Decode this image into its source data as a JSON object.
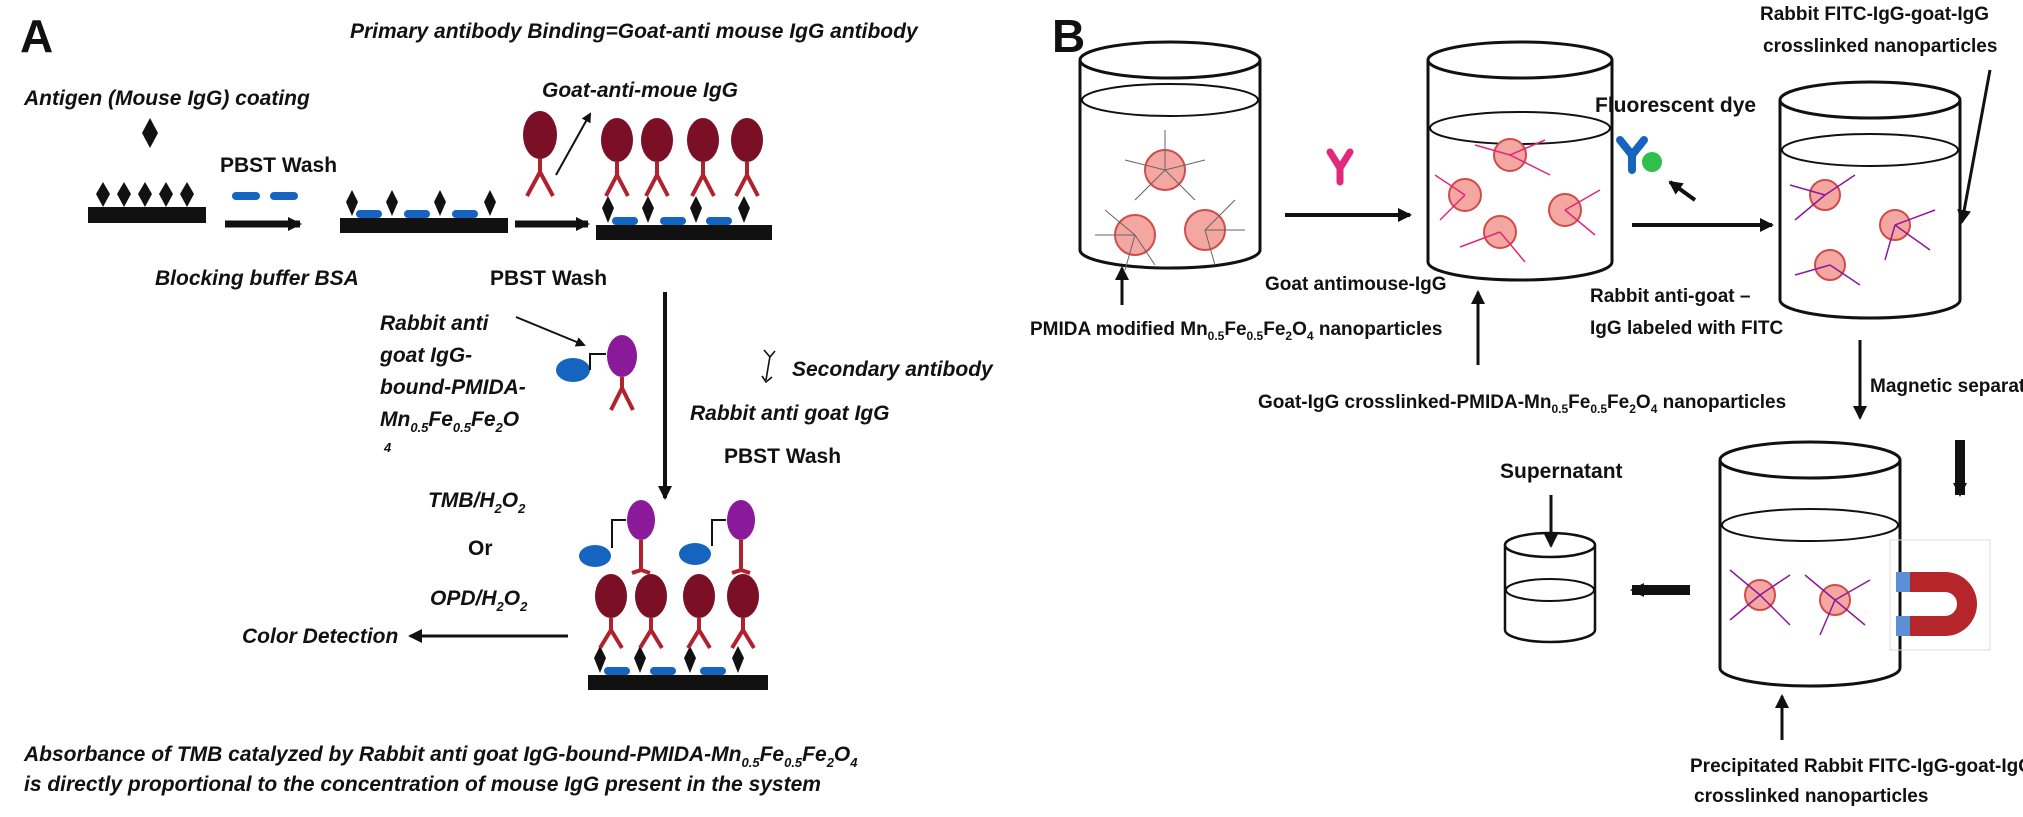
{
  "panelA": {
    "letter": "A",
    "primary_title": "Primary antibody Binding=Goat-anti mouse IgG antibody",
    "antigen_coating": "Antigen (Mouse IgG) coating",
    "pbst_wash_1": "PBST Wash",
    "goat_label": "Goat-anti-moue IgG",
    "blocking": "Blocking buffer BSA",
    "pbst_wash_2": "PBST Wash",
    "rabbit_line1": "Rabbit anti",
    "rabbit_line2": "goat IgG-",
    "rabbit_line3": "bound-PMIDA-",
    "rabbit_line4_main": "Mn",
    "rabbit_line4_sub1": "0.5",
    "rabbit_line4_mid": "Fe",
    "rabbit_line4_sub2": "0.5",
    "rabbit_line4_tail": "Fe",
    "rabbit_line4_sub3": "2",
    "rabbit_line4_end": "O",
    "rabbit_line5": "4",
    "secondary": "Secondary antibody",
    "rabbit_goat": "Rabbit anti goat IgG",
    "pbst_wash_3": "PBST Wash",
    "tmb": "TMB/H",
    "tmb_sub": "2",
    "tmb_o": "O",
    "tmb_sub2": "2",
    "or": "Or",
    "opd": "OPD/H",
    "opd_sub": "2",
    "opd_o": "O",
    "opd_sub2": "2",
    "color_detection": "Color Detection",
    "caption1_a": "Absorbance of  TMB  catalyzed by Rabbit anti goat IgG-bound-PMIDA-Mn",
    "caption1_s1": "0.5",
    "caption1_b": "Fe",
    "caption1_s2": "0.5",
    "caption1_c": "Fe",
    "caption1_s3": "2",
    "caption1_d": "O",
    "caption1_s4": "4",
    "caption2": "is directly proportional to the concentration of mouse IgG present in the system"
  },
  "panelB": {
    "letter": "B",
    "rabbit_fitc_1": "Rabbit FITC-IgG-goat-IgG",
    "rabbit_fitc_2": "crosslinked nanoparticles",
    "fluorescent": "Fluorescent dye",
    "goat_antimouse": "Goat antimouse-IgG",
    "rabbit_antigoat_1": "Rabbit  anti-goat –",
    "rabbit_antigoat_2": "IgG labeled with FITC",
    "pmida_a": "PMIDA modified  Mn",
    "pmida_s1": "0.5",
    "pmida_b": "Fe",
    "pmida_s2": "0.5",
    "pmida_c": "Fe",
    "pmida_s3": "2",
    "pmida_d": "O",
    "pmida_s4": "4",
    "pmida_e": " nanoparticles",
    "magnetic": "Magnetic separation",
    "goatigg_a": "Goat-IgG crosslinked-PMIDA-Mn",
    "goatigg_s1": "0.5",
    "goatigg_b": "Fe",
    "goatigg_s2": "0.5",
    "goatigg_c": "Fe",
    "goatigg_s3": "2",
    "goatigg_d": "O",
    "goatigg_s4": "4",
    "goatigg_e": " nanoparticles",
    "supernatant": "Supernatant",
    "precip_1": "Precipitated Rabbit FITC-IgG-goat-IgG",
    "precip_2": "crosslinked nanoparticles"
  },
  "colors": {
    "maroon": "#7a0f26",
    "antibody_red": "#b0222e",
    "purple": "#8a1a9a",
    "blue": "#1565c0",
    "black": "#111111",
    "pink": "#e0287c",
    "nano": "#f4a6a0"
  }
}
